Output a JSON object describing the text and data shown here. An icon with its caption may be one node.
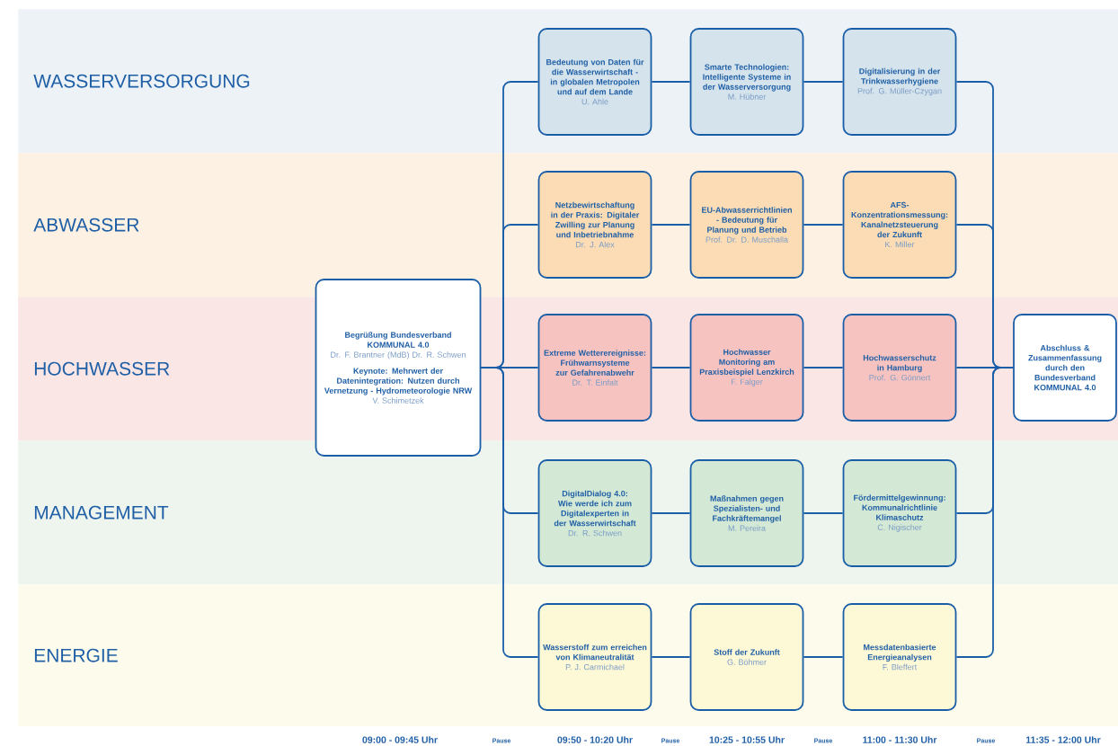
{
  "diagram": {
    "nodes": [
      {
        "text": [
          "WASSERVERSORGUNG"
        ]
      },
      {
        "text": [
          "ABWASSER"
        ]
      },
      {
        "text": [
          "HOCHWASSER"
        ]
      },
      {
        "text": [
          "MANAGEMENT"
        ]
      },
      {
        "text": [
          "ENERGIE"
        ]
      },
      {
        "text": [
          "Begrüßung Bundesverband KOMMUNAL 4.0",
          "Dr. F. Brantner (MdB) Dr. R. Schwen",
          "Keynote: Mehrwert der Datenintegration: Nutzen durch Vernetzung - Hydrometeorologie NRW",
          "V. Schimetzek"
        ]
      },
      {
        "text": [
          "Bedeutung von Daten für die Wasserwirtschaft - in globalen Metropolen und auf dem Lande",
          "U. Ahle"
        ],
        "in": 0
      },
      {
        "text": [
          "Smarte Technologien: Intelligente Systeme in der Wasserversorgung",
          "M. Hübner"
        ],
        "in": 0
      },
      {
        "text": [
          "Digitalisierung in der Trinkwasserhygiene",
          "Prof. G. Müller-Czygan"
        ],
        "in": 0
      },
      {
        "text": [
          "Netzbewirtschaftung in der Praxis: Digitaler Zwilling zur Planung und Inbetriebnahme",
          "Dr. J. Alex"
        ],
        "in": 1
      },
      {
        "text": [
          "EU-Abwasserrichtlinien - Bedeutung für Planung und Betrieb",
          "Prof. Dr. D. Muschalla"
        ],
        "in": 1
      },
      {
        "text": [
          "AFS-Konzentrationsmessung: Kanalnetzsteuerung der Zukunft",
          "K. Miller"
        ],
        "in": 1
      },
      {
        "text": [
          "Extreme Wetterereignisse: Frühwarnsysteme zur Gefahrenabwehr",
          "Dr. T. Einfalt"
        ],
        "in": 2
      },
      {
        "text": [
          "Hochwasser Monitoring am Praxisbeispiel Lenzkirch",
          "F. Falger"
        ],
        "in": 2
      },
      {
        "text": [
          "Hochwasserschutz in Hamburg",
          "Prof. G. Gönnert"
        ],
        "in": 2
      },
      {
        "text": [
          "DigitalDialog 4.0: Wie werde ich zum Digitalexperten in der Wasserwirtschaft",
          "Dr. R. Schwen"
        ],
        "in": 3
      },
      {
        "text": [
          "Maßnahmen gegen Spezialisten- und Fachkräftemangel",
          "M. Pereira"
        ],
        "in": 3
      },
      {
        "text": [
          "Fördermittelgewinnung: Kommunalrichtlinie Klimaschutz",
          "C. Nigischer"
        ],
        "in": 3
      },
      {
        "text": [
          "Wasserstoff zum erreichen von Klimaneutralität",
          "P. J. Carmichael"
        ],
        "in": 4
      },
      {
        "text": [
          "Stoff der Zukunft",
          "G. Böhmer"
        ],
        "in": 4
      },
      {
        "text": [
          "Messdatenbasierte Energieanalysen",
          "F. Bleffert"
        ],
        "in": 4
      },
      {
        "text": [
          "Abschluss & Zusammenfassung durch den Bundesverband KOMMUNAL 4.0"
        ],
        "in": 2
      }
    ],
    "edges": [
      {
        "from": 5,
        "to": 6,
        "arrow": "none"
      },
      {
        "from": 5,
        "to": 9,
        "arrow": "none"
      },
      {
        "from": 5,
        "to": 12,
        "arrow": "none"
      },
      {
        "from": 5,
        "to": 15,
        "arrow": "none"
      },
      {
        "from": 5,
        "to": 18,
        "arrow": "none"
      },
      {
        "from": 6,
        "to": 7,
        "arrow": "none"
      },
      {
        "from": 7,
        "to": 8,
        "arrow": "none"
      },
      {
        "from": 9,
        "to": 10,
        "arrow": "none"
      },
      {
        "from": 10,
        "to": 11,
        "arrow": "none"
      },
      {
        "from": 12,
        "to": 13,
        "arrow": "none"
      },
      {
        "from": 13,
        "to": 14,
        "arrow": "none"
      },
      {
        "from": 15,
        "to": 16,
        "arrow": "none"
      },
      {
        "from": 16,
        "to": 17,
        "arrow": "none"
      },
      {
        "from": 18,
        "to": 19,
        "arrow": "none"
      },
      {
        "from": 19,
        "to": 20,
        "arrow": "none"
      },
      {
        "from": 8,
        "to": 21,
        "arrow": "none"
      },
      {
        "from": 11,
        "to": 21,
        "arrow": "none"
      },
      {
        "from": 14,
        "to": 21,
        "arrow": "none"
      },
      {
        "from": 17,
        "to": 21,
        "arrow": "none"
      },
      {
        "from": 20,
        "to": 21,
        "arrow": "none"
      }
    ],
    "labels": [
      "09:00 - 09:45 Uhr",
      "Pause",
      "09:50 - 10:20 Uhr",
      "Pause",
      "10:25 - 10:55 Uhr",
      "Pause",
      "11:00 - 11:30 Uhr",
      "Pause",
      "11:35 - 12:00 Uhr"
    ]
  }
}
